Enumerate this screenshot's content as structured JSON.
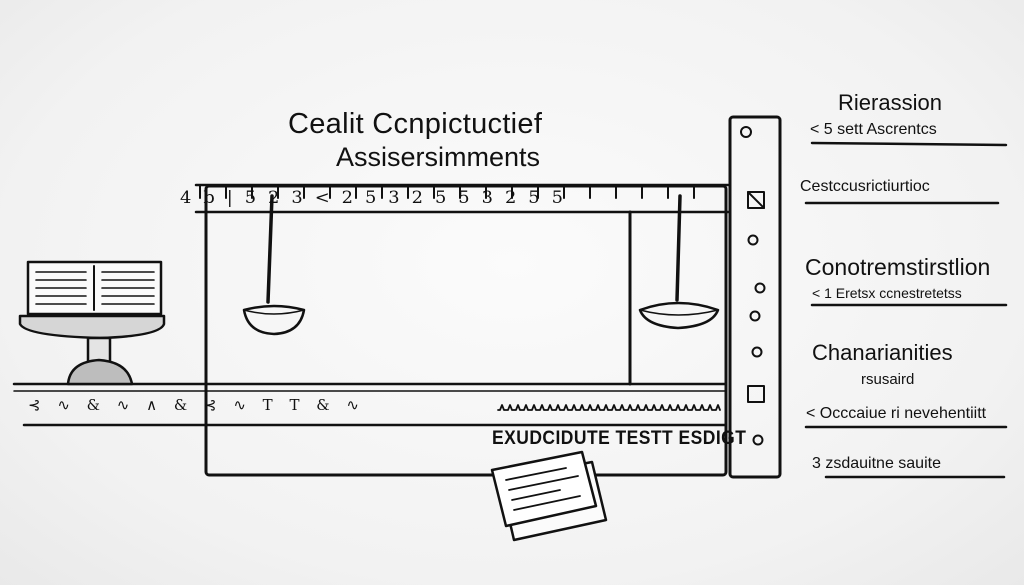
{
  "diagram": {
    "title_line1": "Cealit Cсnрictuctief",
    "title_line2": "Assisersimments",
    "bottom_label": "EXUDCIDUTE  TESTT  ESDIGT",
    "top_scale_marks": "4  b  |  5  2  3  <  2  5  3  2  5  5  3  2  5  5",
    "bottom_glyph_row": "⊰ ∿ & ∿ ∧ & ⊰  ∿  T  T  & ∿",
    "right_panel": {
      "heading_1": "Rierassion",
      "item_1": "< 5  sett Ascrentcs",
      "item_2": "Cestccusrictiurtioc",
      "heading_2": "Conotremstirstlion",
      "item_3": "< 1 Eretsx ccnestretetss",
      "heading_3": "Chanarianities",
      "subheading_3": "rsusaird",
      "item_4": "< Occcaiue ri nevehentiitt",
      "item_5": "3  zsdauitne  sauite"
    }
  }
}
